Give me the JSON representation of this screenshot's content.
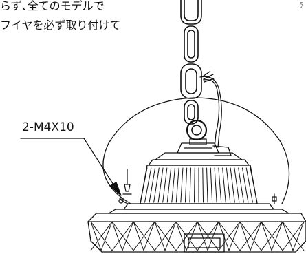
{
  "instructions": {
    "line1": "らず､全てのモデルで",
    "line2": "フイヤを必ず取り付けて",
    "corner_mark": "ş"
  },
  "callout": {
    "label": "2-M4X10"
  },
  "icons": {
    "lamp": "high-bay-light-fixture-illustration",
    "chain": "suspension-chain-icon",
    "safety_wire": "safety-wire-loop-icon",
    "screw": "screw-icon",
    "arrow": "callout-arrow-icon"
  },
  "colors": {
    "stroke": "#111111",
    "background": "#ffffff"
  }
}
